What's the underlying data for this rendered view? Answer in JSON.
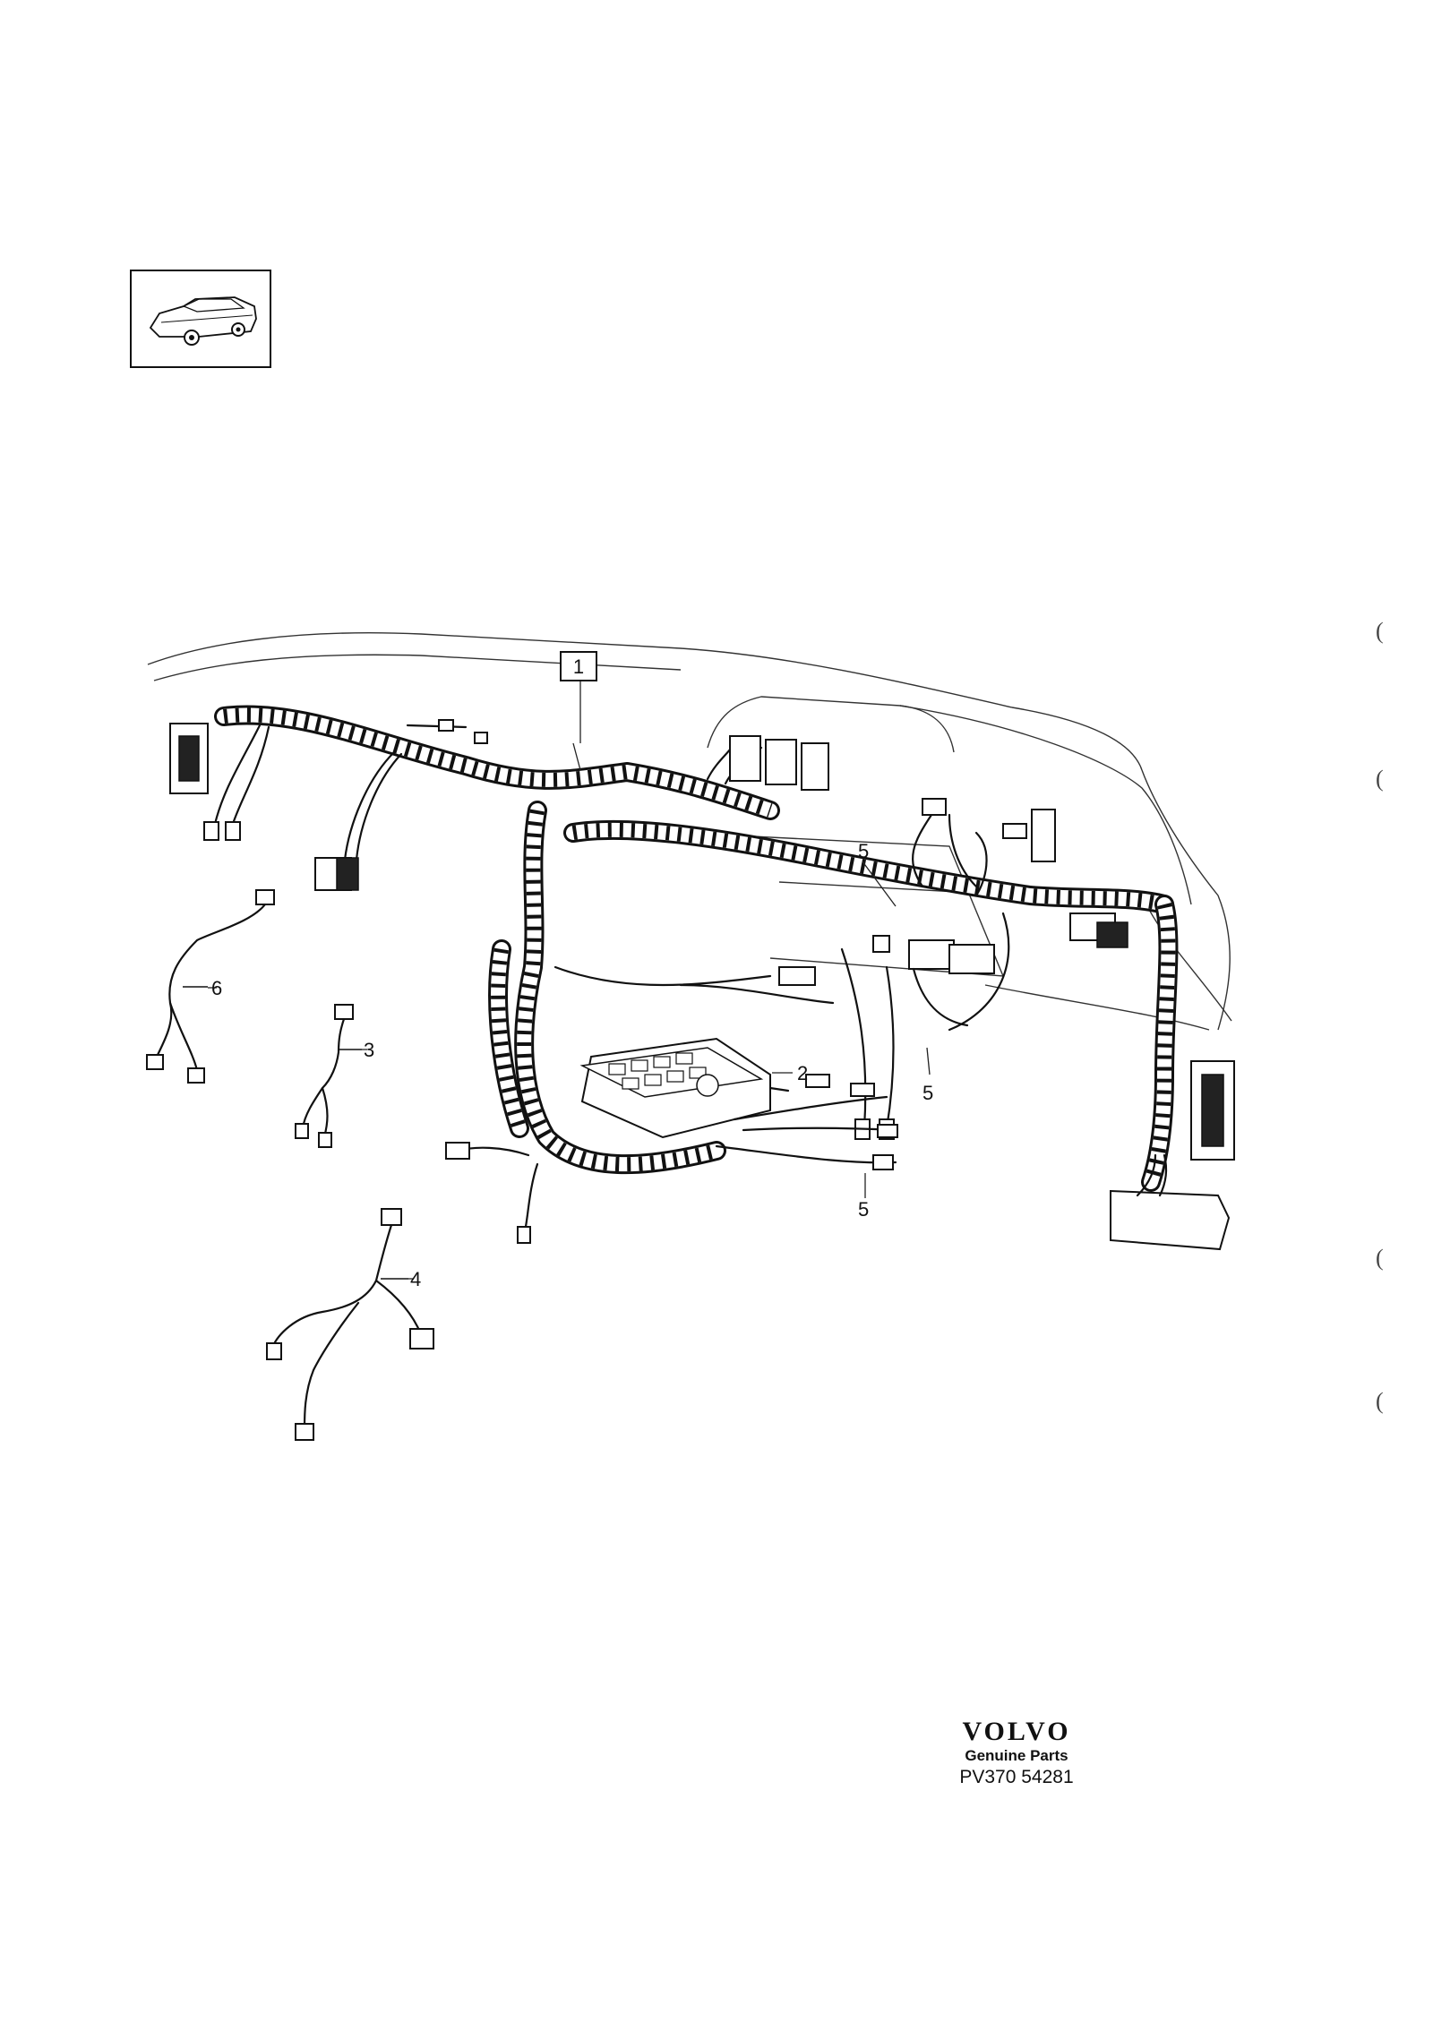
{
  "thumbnail": {
    "icon": "car-sedan-icon"
  },
  "callouts": {
    "harness_box": "1",
    "fuse_box": "2",
    "cable_3": "3",
    "cable_4": "4",
    "branch_5a": "5",
    "branch_5b": "5",
    "branch_5c": "5",
    "cable_6": "6"
  },
  "brand": {
    "logo": "VOLVO",
    "tagline": "Genuine Parts",
    "code": "PV370 54281"
  },
  "margin_marks": [
    "(",
    "(",
    "(",
    "("
  ]
}
